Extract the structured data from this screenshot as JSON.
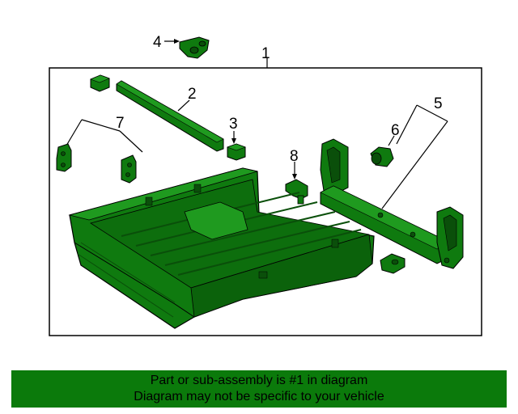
{
  "diagram": {
    "callouts": {
      "c1": "1",
      "c2": "2",
      "c3": "3",
      "c4": "4",
      "c5": "5",
      "c6": "6",
      "c7": "7",
      "c8": "8"
    },
    "part_color": "#0f7a0f",
    "part_dark": "#0a4f0a",
    "part_light": "#1f9a1f"
  },
  "banner": {
    "line1": "Part or sub-assembly is #1 in diagram",
    "line2": "Diagram may not be specific to your vehicle",
    "background": "#0b7a0b"
  }
}
